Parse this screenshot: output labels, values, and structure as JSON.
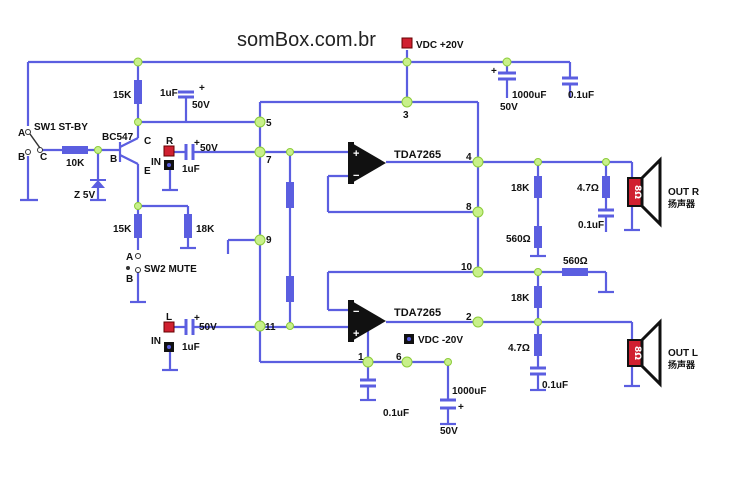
{
  "title": "somBox.com.br",
  "power": {
    "vpos": "VDC +20V",
    "vneg": "VDC -20V"
  },
  "ic": {
    "top": "TDA7265",
    "bottom": "TDA7265"
  },
  "pins": [
    "1",
    "2",
    "3",
    "4",
    "5",
    "6",
    "7",
    "8",
    "9",
    "10",
    "11"
  ],
  "switches": {
    "standby": "SW1 ST-BY",
    "mute": "SW2 MUTE",
    "a": "A",
    "b": "B",
    "c": "C"
  },
  "transistor": {
    "name": "BC547",
    "b": "B",
    "c": "C",
    "e": "E"
  },
  "components": {
    "r15k_top": "15K",
    "r10k": "10K",
    "zener": "Z 5V",
    "r15k_mid": "15K",
    "r18k_mid": "18K",
    "cap_st_top": "1uF",
    "cap_st_top_v": "50V",
    "cap_in_r": "1uF",
    "cap_in_r_v": "50V",
    "cap_in_l": "1uF",
    "cap_in_l_v": "50V",
    "cap_1000_top": "1000uF",
    "cap_1000_top_v": "50V",
    "cap_01_top": "0.1uF",
    "r18k_r": "18K",
    "r560_r": "560Ω",
    "r47_r": "4.7Ω",
    "cap_01_r": "0.1uF",
    "r560_l": "560Ω",
    "r18k_l": "18K",
    "r47_l": "4.7Ω",
    "cap_01_l": "0.1uF",
    "cap_01_bot": "0.1uF",
    "cap_1000_bot": "1000uF",
    "cap_1000_bot_v": "50V"
  },
  "inputs": {
    "r": "R",
    "l": "L",
    "in": "IN"
  },
  "outputs": {
    "r": "OUT R",
    "l": "OUT L",
    "speaker_cn": "扬声器",
    "impedance": "8Ω"
  },
  "colors": {
    "wire": "#5b5ee0",
    "node": "#c8f08a",
    "terminal": "#d02030"
  }
}
